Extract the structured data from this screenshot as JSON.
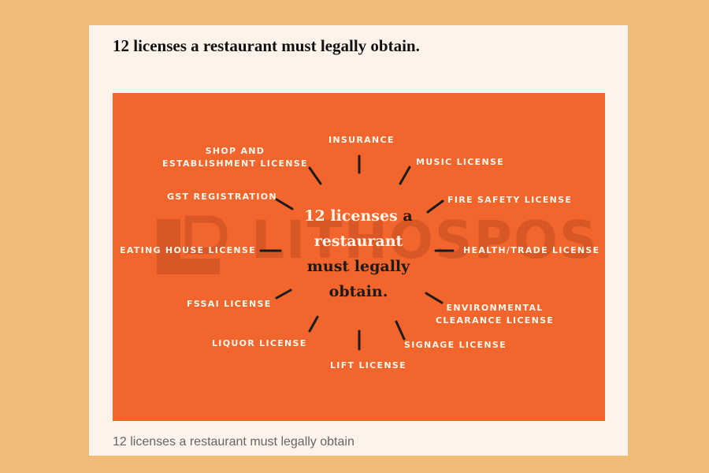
{
  "title": "12 licenses a restaurant must legally obtain.",
  "caption": "12 licenses a restaurant must legally obtain",
  "watermark": "LITHOSPOS",
  "center_text": {
    "part1": "12 licenses",
    "part2": " a",
    "line2": "restaurant",
    "line3": "must legally",
    "line4": "obtain."
  },
  "licenses": [
    {
      "id": "insurance",
      "lines": [
        "INSURANCE"
      ]
    },
    {
      "id": "music",
      "lines": [
        "MUSIC LICENSE"
      ]
    },
    {
      "id": "fire-safety",
      "lines": [
        "FIRE SAFETY LICENSE"
      ]
    },
    {
      "id": "health-trade",
      "lines": [
        "HEALTH/TRADE LICENSE"
      ]
    },
    {
      "id": "environmental",
      "lines": [
        "ENVIRONMENTAL",
        "CLEARANCE LICENSE"
      ]
    },
    {
      "id": "signage",
      "lines": [
        "SIGNAGE LICENSE"
      ]
    },
    {
      "id": "lift",
      "lines": [
        "LIFT LICENSE"
      ]
    },
    {
      "id": "liquor",
      "lines": [
        "LIQUOR LICENSE"
      ]
    },
    {
      "id": "fssai",
      "lines": [
        "FSSAI LICENSE"
      ]
    },
    {
      "id": "eating-house",
      "lines": [
        "EATING HOUSE LICENSE"
      ]
    },
    {
      "id": "gst",
      "lines": [
        "GST REGISTRATION"
      ]
    },
    {
      "id": "shop",
      "lines": [
        "SHOP AND",
        "ESTABLISHMENT LICENSE"
      ]
    }
  ],
  "colors": {
    "page_background": "#f0bd79",
    "card_background": "#fdf3ea",
    "figure_background": "#f2652c",
    "label_text": "#fff7ec",
    "ray_stroke": "#1b1b1b"
  }
}
